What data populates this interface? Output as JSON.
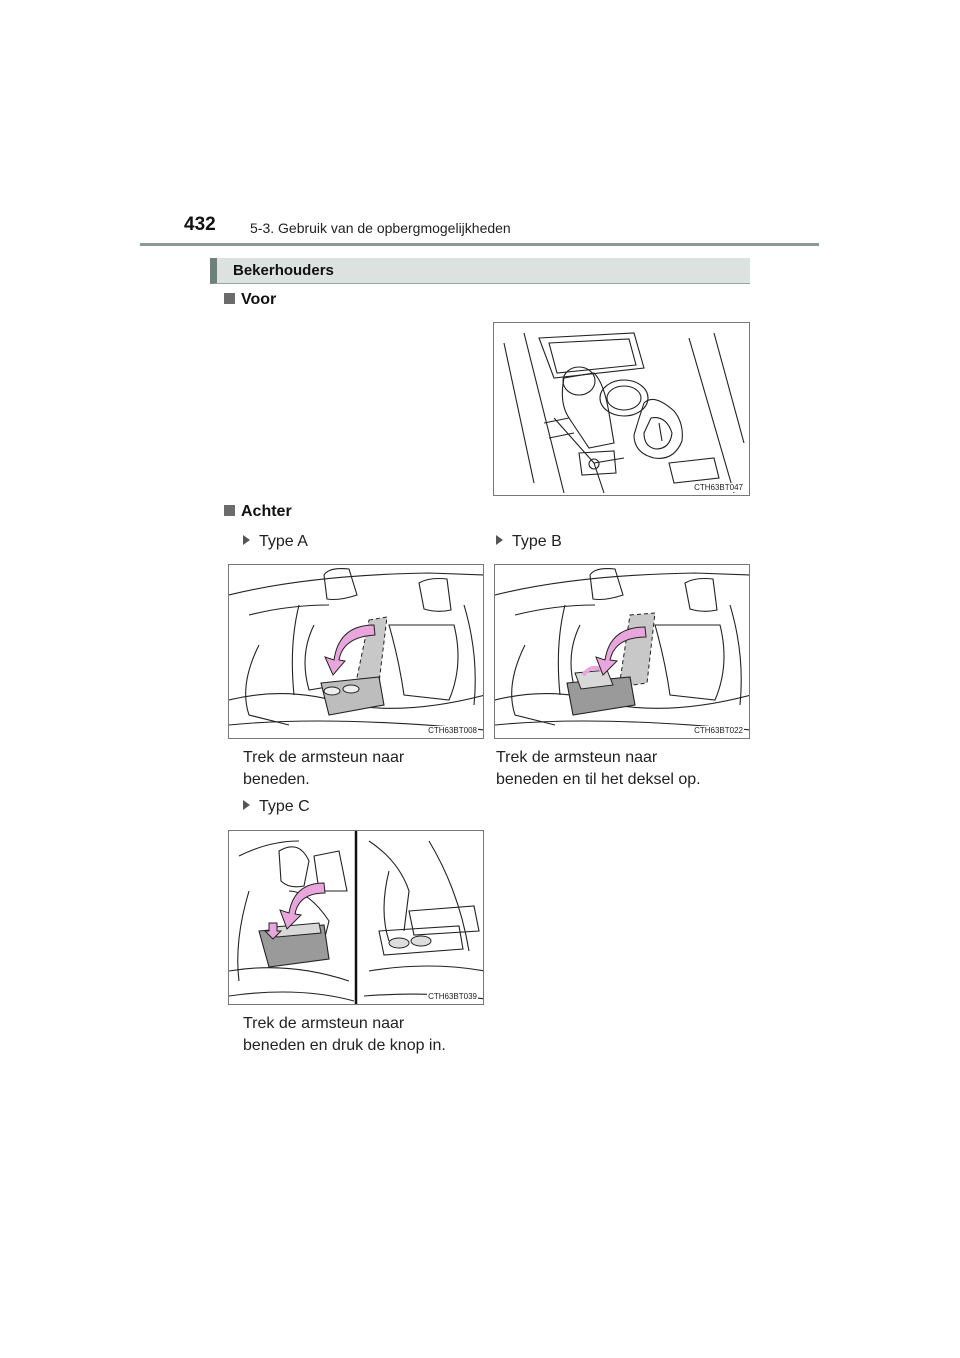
{
  "header": {
    "page_number": "432",
    "breadcrumb": "5-3. Gebruik van de opbergmogelijkheden"
  },
  "section": {
    "title": "Bekerhouders"
  },
  "front": {
    "heading": "Voor",
    "figure_code": "CTH63BT047"
  },
  "rear": {
    "heading": "Achter",
    "types": [
      {
        "label": "Type A",
        "figure_code": "CTH63BT008",
        "caption_line1": "Trek de armsteun naar",
        "caption_line2": "beneden."
      },
      {
        "label": "Type B",
        "figure_code": "CTH63BT022",
        "caption_line1": "Trek de armsteun naar",
        "caption_line2": "beneden en til het deksel op."
      },
      {
        "label": "Type C",
        "figure_code": "CTH63BT039",
        "caption_line1": "Trek de armsteun naar",
        "caption_line2": "beneden en druk de knop in."
      }
    ]
  },
  "colors": {
    "arrow_pink": "#e8a6dc",
    "highlight_gray": "#c8c8c8",
    "header_rule": "#8c9a94"
  }
}
